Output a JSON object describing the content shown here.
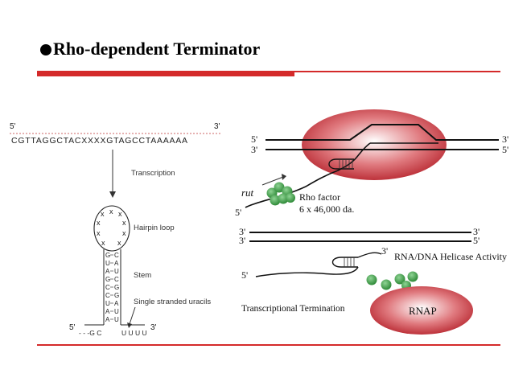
{
  "title": "Rho-dependent Terminator",
  "left": {
    "five_prime": "5'",
    "three_prime": "3'",
    "sequence": "CGTTAGGCTACXXXXGTAGCCTAAAAAA",
    "transcription_label": "Transcription",
    "hairpin_label": "Hairpin loop",
    "stem_label": "Stem",
    "uracils_label": "Single stranded uracils",
    "loop_x": "x",
    "stem_left": [
      "G",
      "U",
      "A",
      "G",
      "C",
      "C",
      "U",
      "A",
      "A"
    ],
    "stem_right": [
      "C",
      "A",
      "U",
      "C",
      "G",
      "G",
      "A",
      "U",
      "U"
    ],
    "base_five": "5'",
    "base_gc": "- - -G C",
    "base_uuuu": "U U U U",
    "base_three": "3'"
  },
  "right": {
    "p1_5a": "5'",
    "p1_3a": "3'",
    "p1_3b": "3'",
    "p1_5b": "5'",
    "rut": "rut",
    "rho_factor": "Rho factor",
    "rho_size": "6 x 46,000 da.",
    "p1_5c": "5'",
    "p2_3a": "3'",
    "p2_3b": "3'",
    "p2_3c": "3'",
    "p2_5a": "5'",
    "helicase": "RNA/DNA Helicase Activity",
    "p2_5b": "5'",
    "termination": "Transcriptional Termination",
    "rnap": "RNAP"
  },
  "colors": {
    "accent_red": "#d42a2a",
    "rnap_red": "#c8333a",
    "rho_green": "#3e9a46"
  }
}
